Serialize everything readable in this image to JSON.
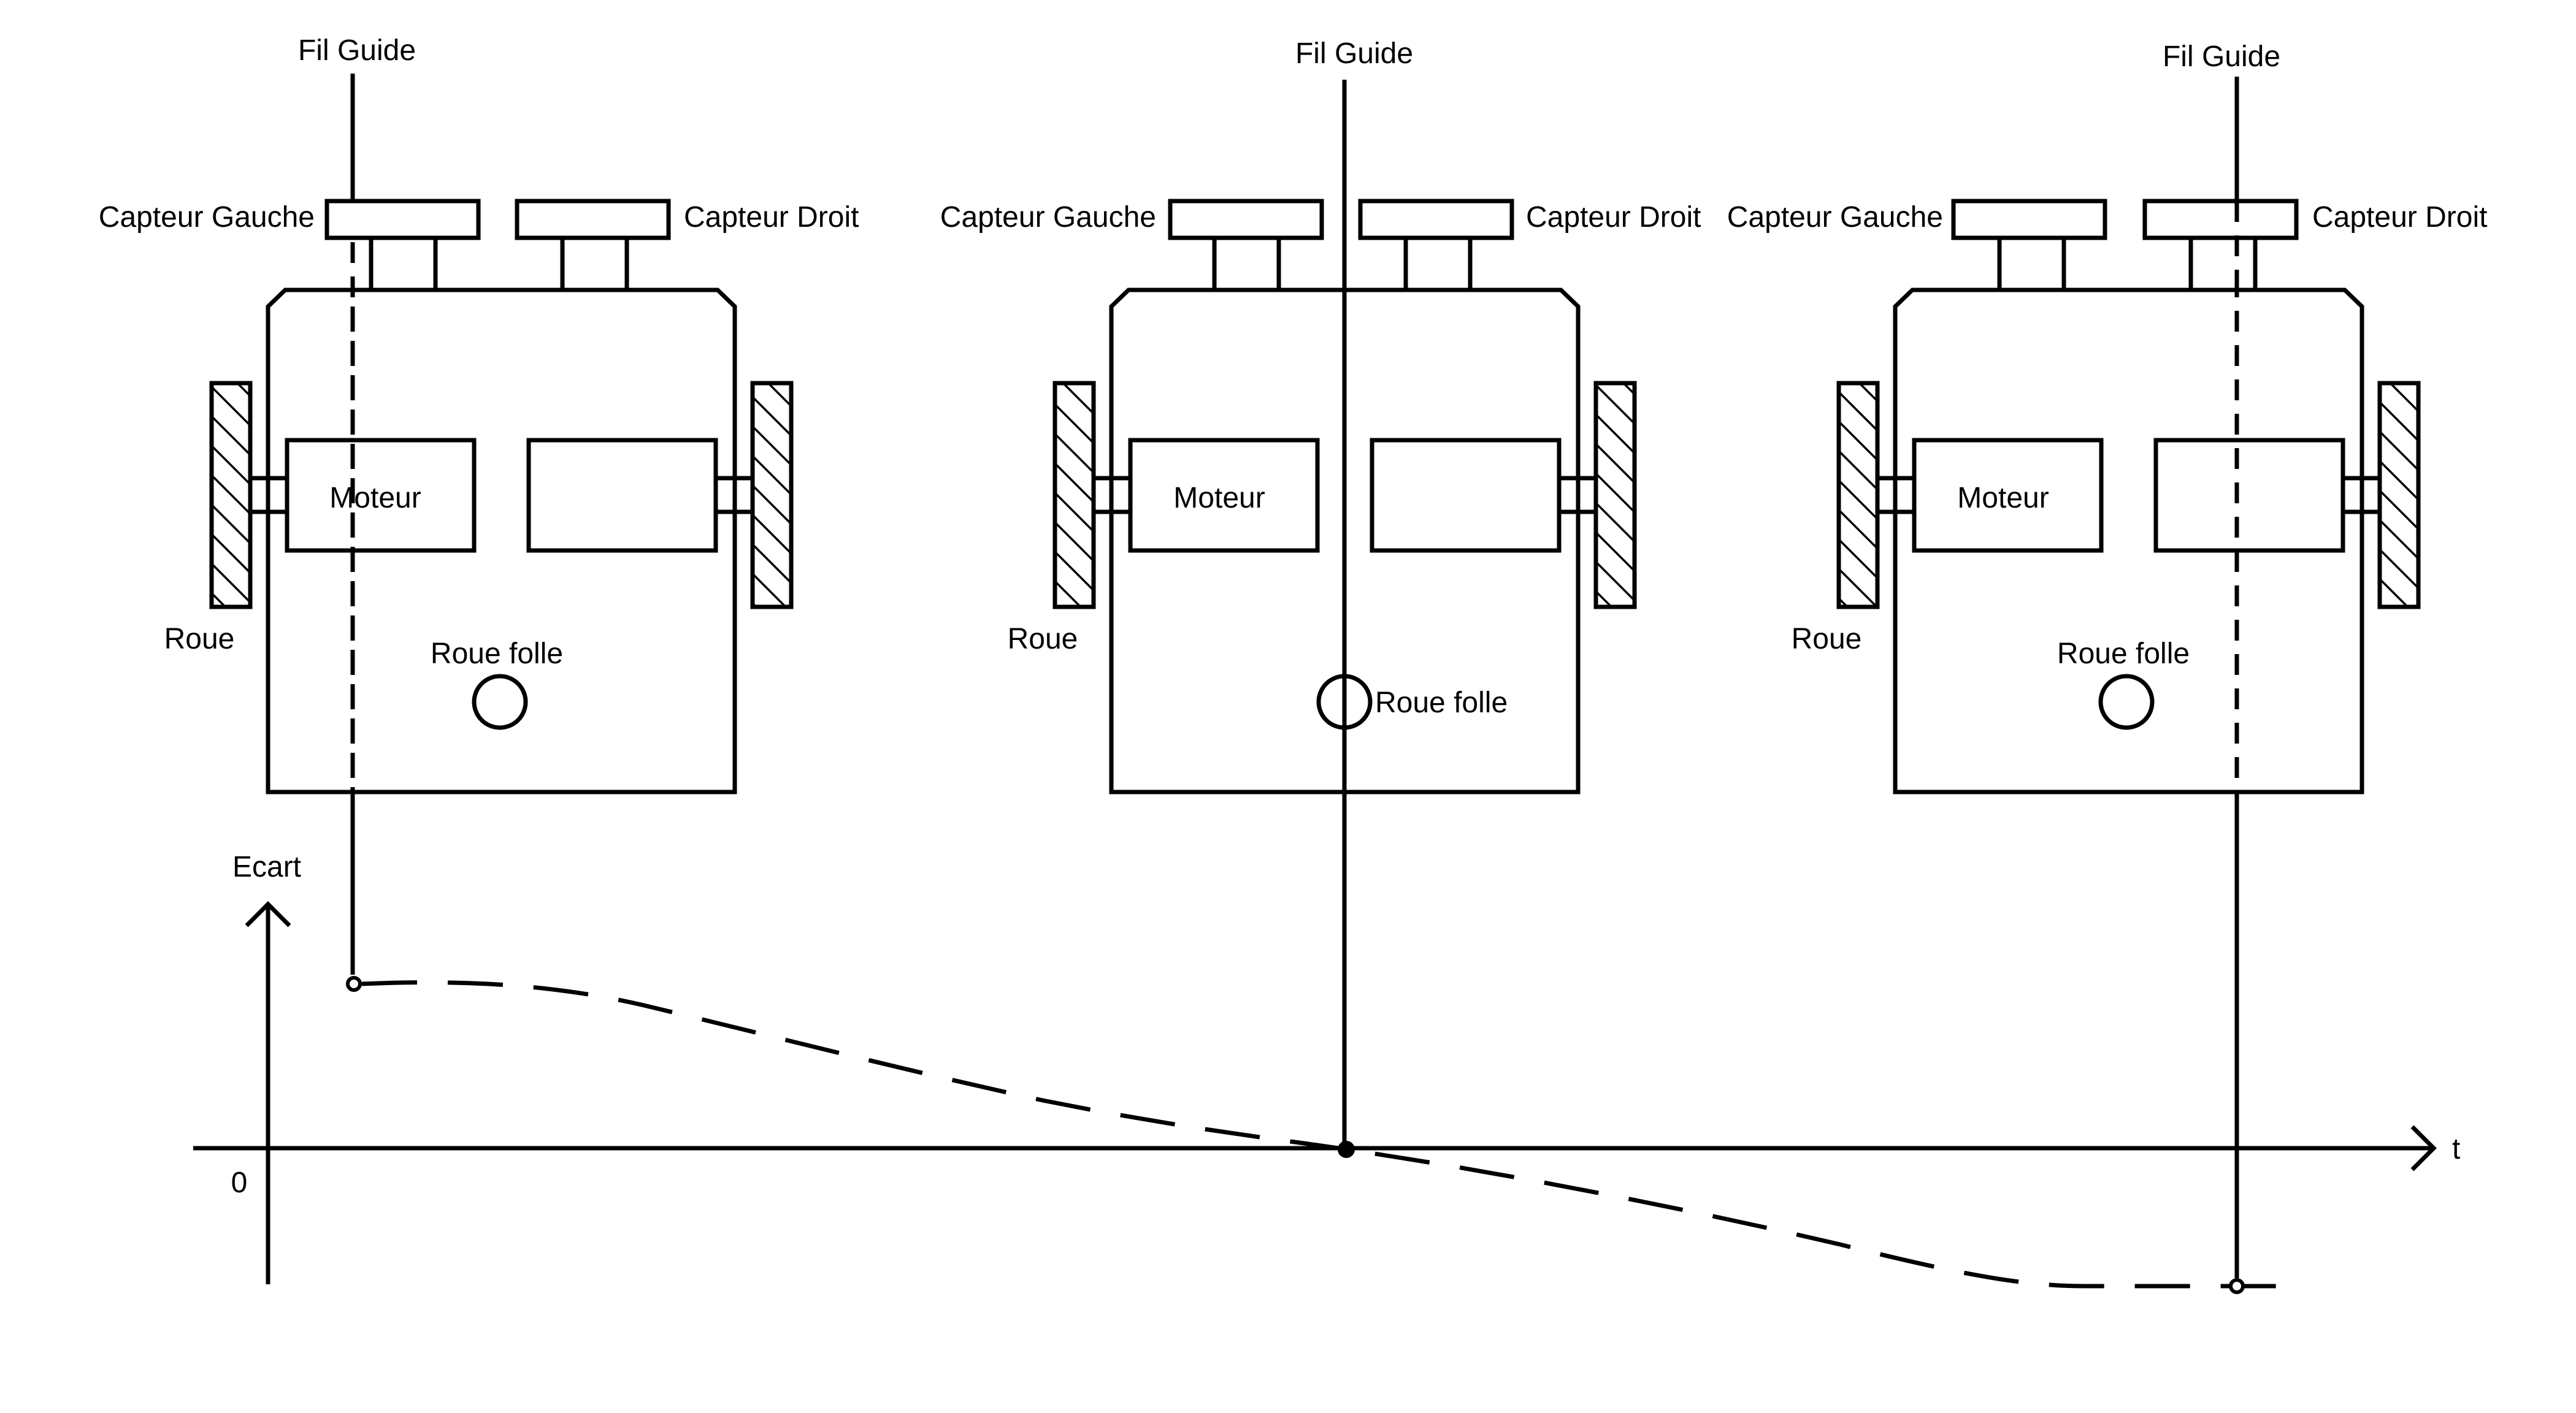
{
  "labels": {
    "guide_wire": "Fil Guide",
    "left_sensor": "Capteur Gauche",
    "right_sensor": "Capteur Droit",
    "motor": "Moteur",
    "wheel": "Roue",
    "caster_wheel": "Roue folle"
  },
  "graph": {
    "y_label": "Ecart",
    "x_label": "t",
    "origin_label": "0"
  },
  "robots": [
    {
      "id": "left-deviation"
    },
    {
      "id": "centered"
    },
    {
      "id": "right-deviation"
    }
  ],
  "colors": {
    "stroke": "#000000",
    "background": "#ffffff"
  }
}
